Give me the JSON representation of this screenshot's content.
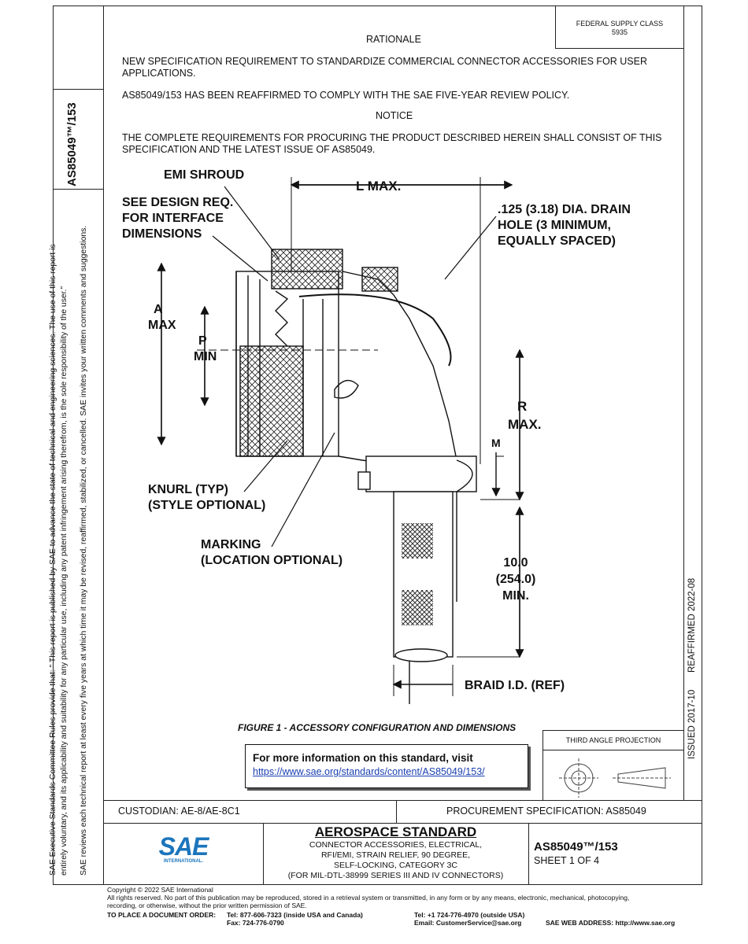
{
  "header": {
    "federal_supply_class": "FEDERAL SUPPLY CLASS",
    "fsc_number": "5935",
    "rationale_title": "RATIONALE",
    "rationale_text": "NEW SPECIFICATION REQUIREMENT TO STANDARDIZE COMMERCIAL CONNECTOR ACCESSORIES FOR USER APPLICATIONS.",
    "reaffirmed_text": "AS85049/153 HAS BEEN REAFFIRMED TO COMPLY WITH THE SAE FIVE-YEAR REVIEW POLICY.",
    "notice_title": "NOTICE",
    "notice_text": "THE COMPLETE REQUIREMENTS FOR PROCURING THE PRODUCT DESCRIBED HEREIN SHALL CONSIST OF THIS SPECIFICATION AND THE LATEST ISSUE OF AS85049."
  },
  "side": {
    "doc_number": "AS85049™/153",
    "disclaimer_1": "SAE Executive Standards Committee Rules provide that: \"  This report is published by SAE to advance the state of technical and engineering sciences. The use of this report is",
    "disclaimer_2": "entirely voluntary, and its applicability and suitability for any particular use, including any patent infringement arising therefrom, is the sole responsibility of the user.\"",
    "disclaimer_3": "SAE reviews each technical report at least every five years at which time it may be revised, reaffirmed, stabilized, or cancelled. SAE invites your written comments and suggestions.",
    "issued": "ISSUED 2017-10",
    "reaffirmed": "REAFFIRMED 2022-08"
  },
  "figure": {
    "labels": {
      "emi_shroud": "EMI SHROUD",
      "design_req_1": "SEE DESIGN REQ.",
      "design_req_2": "FOR INTERFACE",
      "design_req_3": "DIMENSIONS",
      "l_max": "L MAX.",
      "drain_1": ".125 (3.18) DIA. DRAIN",
      "drain_2": "HOLE (3 MINIMUM,",
      "drain_3": "EQUALLY SPACED)",
      "a": "A",
      "max": "MAX",
      "p": "P",
      "min": "MIN",
      "r": "R",
      "r_max": "MAX.",
      "m": "M",
      "knurl_1": "KNURL (TYP)",
      "knurl_2": "(STYLE OPTIONAL)",
      "marking_1": "MARKING",
      "marking_2": "(LOCATION OPTIONAL)",
      "len_1": "10.0",
      "len_2": "(254.0)",
      "len_3": "MIN.",
      "braid": "BRAID I.D. (REF)"
    },
    "caption": "FIGURE 1 - ACCESSORY CONFIGURATION AND DIMENSIONS"
  },
  "info_box": {
    "title": "For more information on this standard, visit",
    "url": "https://www.sae.org/standards/content/AS85049/153/"
  },
  "projection": {
    "label": "THIRD ANGLE PROJECTION"
  },
  "title_block": {
    "custodian": "CUSTODIAN: AE-8/AE-8C1",
    "procurement": "PROCUREMENT SPECIFICATION: AS85049",
    "standard_title": "AEROSPACE STANDARD",
    "desc_1": "CONNECTOR ACCESSORIES, ELECTRICAL,",
    "desc_2": "RFI/EMI, STRAIN RELIEF, 90 DEGREE,",
    "desc_3": "SELF-LOCKING, CATEGORY 3C",
    "desc_4": "(FOR MIL-DTL-38999 SERIES III AND IV CONNECTORS)",
    "doc_number": "AS85049™/153",
    "sheet": "SHEET 1 OF 4",
    "logo_text": "SAE",
    "logo_sub": "INTERNATIONAL."
  },
  "footer": {
    "copyright": "Copyright © 2022 SAE International",
    "rights_1": "All rights reserved. No part of this publication may be reproduced, stored in a retrieval system or transmitted, in any form or by any means, electronic, mechanical, photocopying,",
    "rights_2": "recording, or otherwise, without the prior written permission of SAE.",
    "order_label": "TO PLACE A DOCUMENT ORDER:",
    "tel_usa": "Tel:  877-606-7323 (inside USA and Canada)",
    "fax": "Fax:  724-776-0790",
    "tel_outside": "Tel: +1 724-776-4970 (outside USA)",
    "email": "Email:  CustomerService@sae.org",
    "web": "SAE WEB ADDRESS: http://www.sae.org"
  }
}
